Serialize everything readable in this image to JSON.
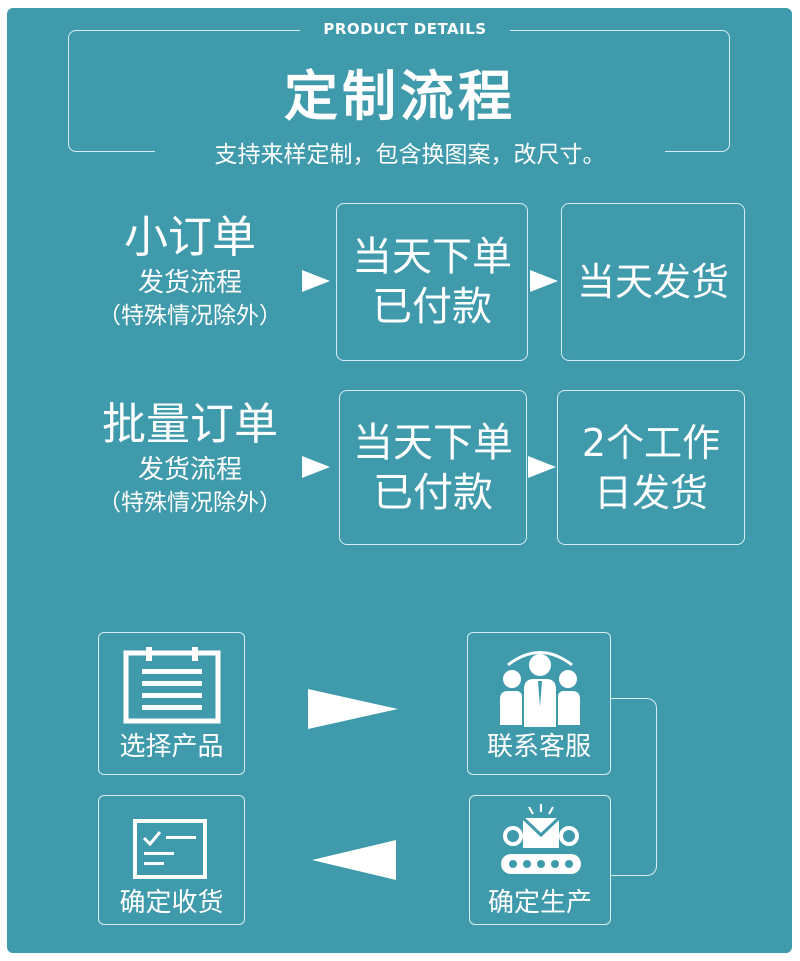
{
  "header": {
    "label": "PRODUCT DETAILS",
    "title": "定制流程",
    "subtitle": "支持来样定制，包含换图案，改尺寸。"
  },
  "flows": [
    {
      "title": "小订单",
      "line2": "发货流程",
      "line3": "（特殊情况除外）",
      "step1_line1": "当天下单",
      "step1_line2": "已付款",
      "step2_line1": "当天发货",
      "step2_line2": ""
    },
    {
      "title": "批量订单",
      "line2": "发货流程",
      "line3": "（特殊情况除外）",
      "step1_line1": "当天下单",
      "step1_line2": "已付款",
      "step2_line1": "2个工作",
      "step2_line2": "日发货"
    }
  ],
  "process": {
    "select_product": "选择产品",
    "contact_service": "联系客服",
    "confirm_production": "确定生产",
    "confirm_receipt": "确定收货"
  },
  "icons": {
    "select_product": "notepad-icon",
    "contact_service": "team-icon",
    "confirm_production": "production-line-icon",
    "confirm_receipt": "checklist-icon"
  },
  "colors": {
    "background": "#3f9aac",
    "text": "#ffffff",
    "border": "#d9eef2"
  }
}
